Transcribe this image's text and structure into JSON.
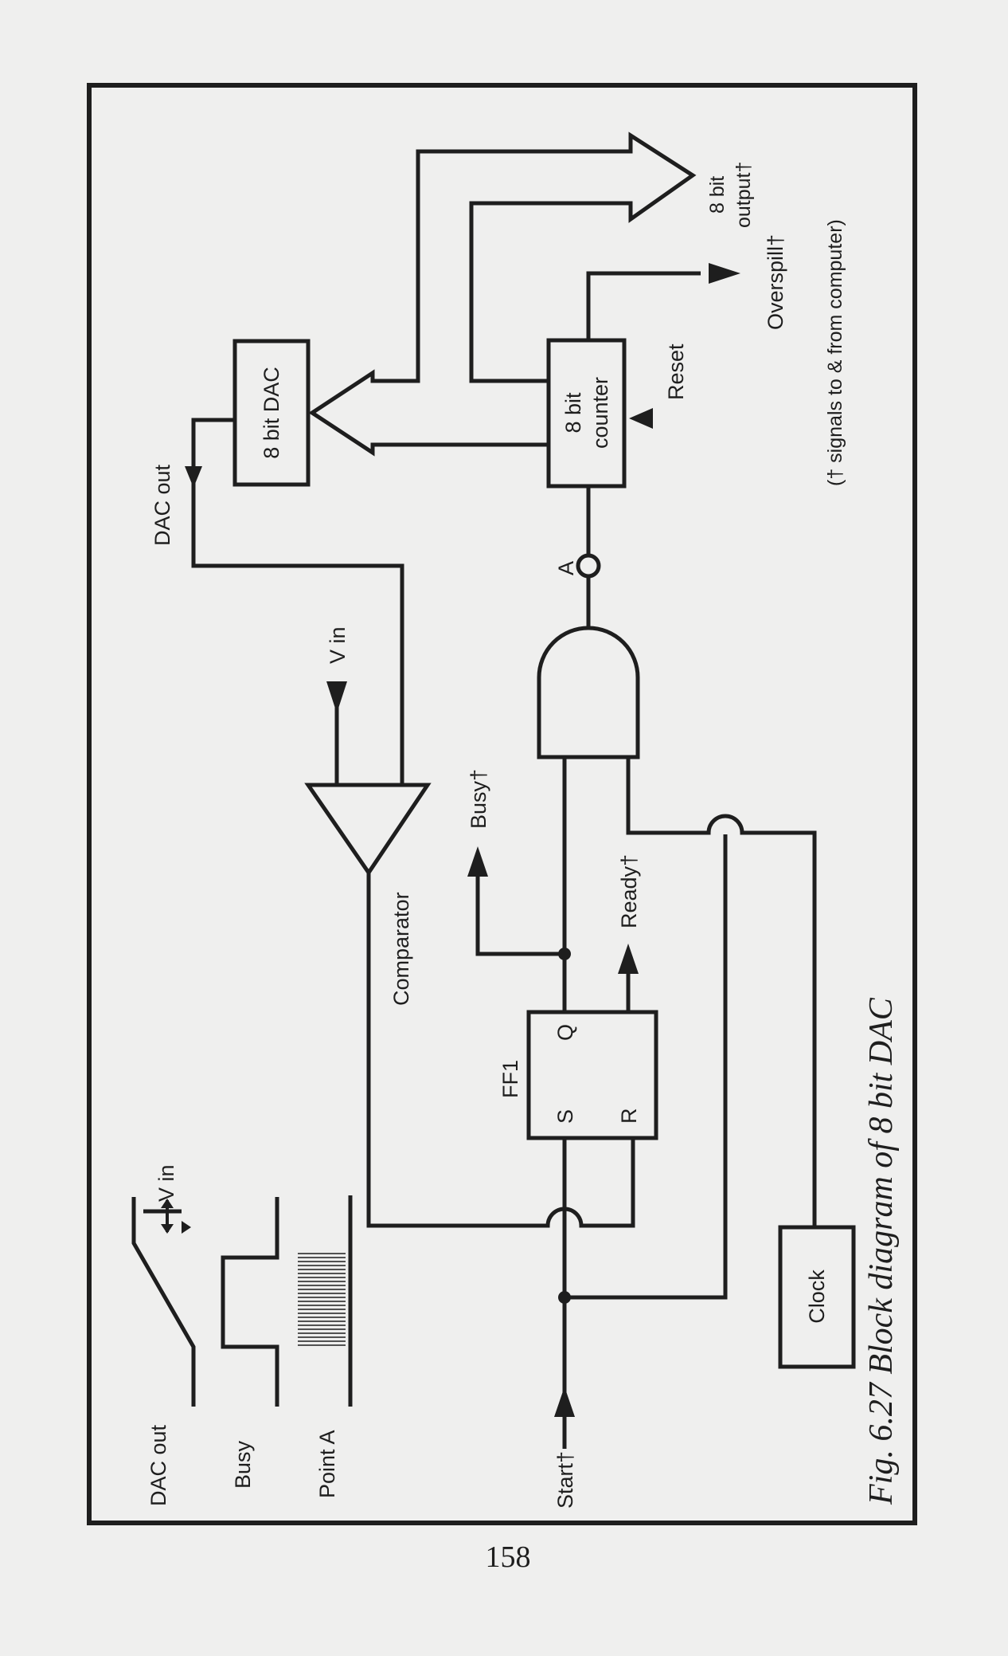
{
  "figure": {
    "caption": "Fig. 6.27 Block diagram of 8 bit DAC",
    "page_number": "158"
  },
  "blocks": {
    "dac": "8 bit DAC",
    "counter_line1": "8 bit",
    "counter_line2": "counter",
    "clock": "Clock",
    "ff1": "FF1",
    "ff1_s": "S",
    "ff1_r": "R",
    "ff1_q": "Q",
    "comparator": "Comparator"
  },
  "signals": {
    "dac_out": "DAC out",
    "v_in": "V in",
    "busy": "Busy†",
    "ready": "Ready†",
    "start": "Start†",
    "point_a": "A",
    "reset": "Reset",
    "overspill": "Overspill†",
    "output_line1": "8 bit",
    "output_line2": "output†",
    "note": "(† signals to & from computer)"
  },
  "timing": {
    "dac_out": "DAC out",
    "v_in": "V in",
    "busy": "Busy",
    "point_a": "Point A"
  }
}
